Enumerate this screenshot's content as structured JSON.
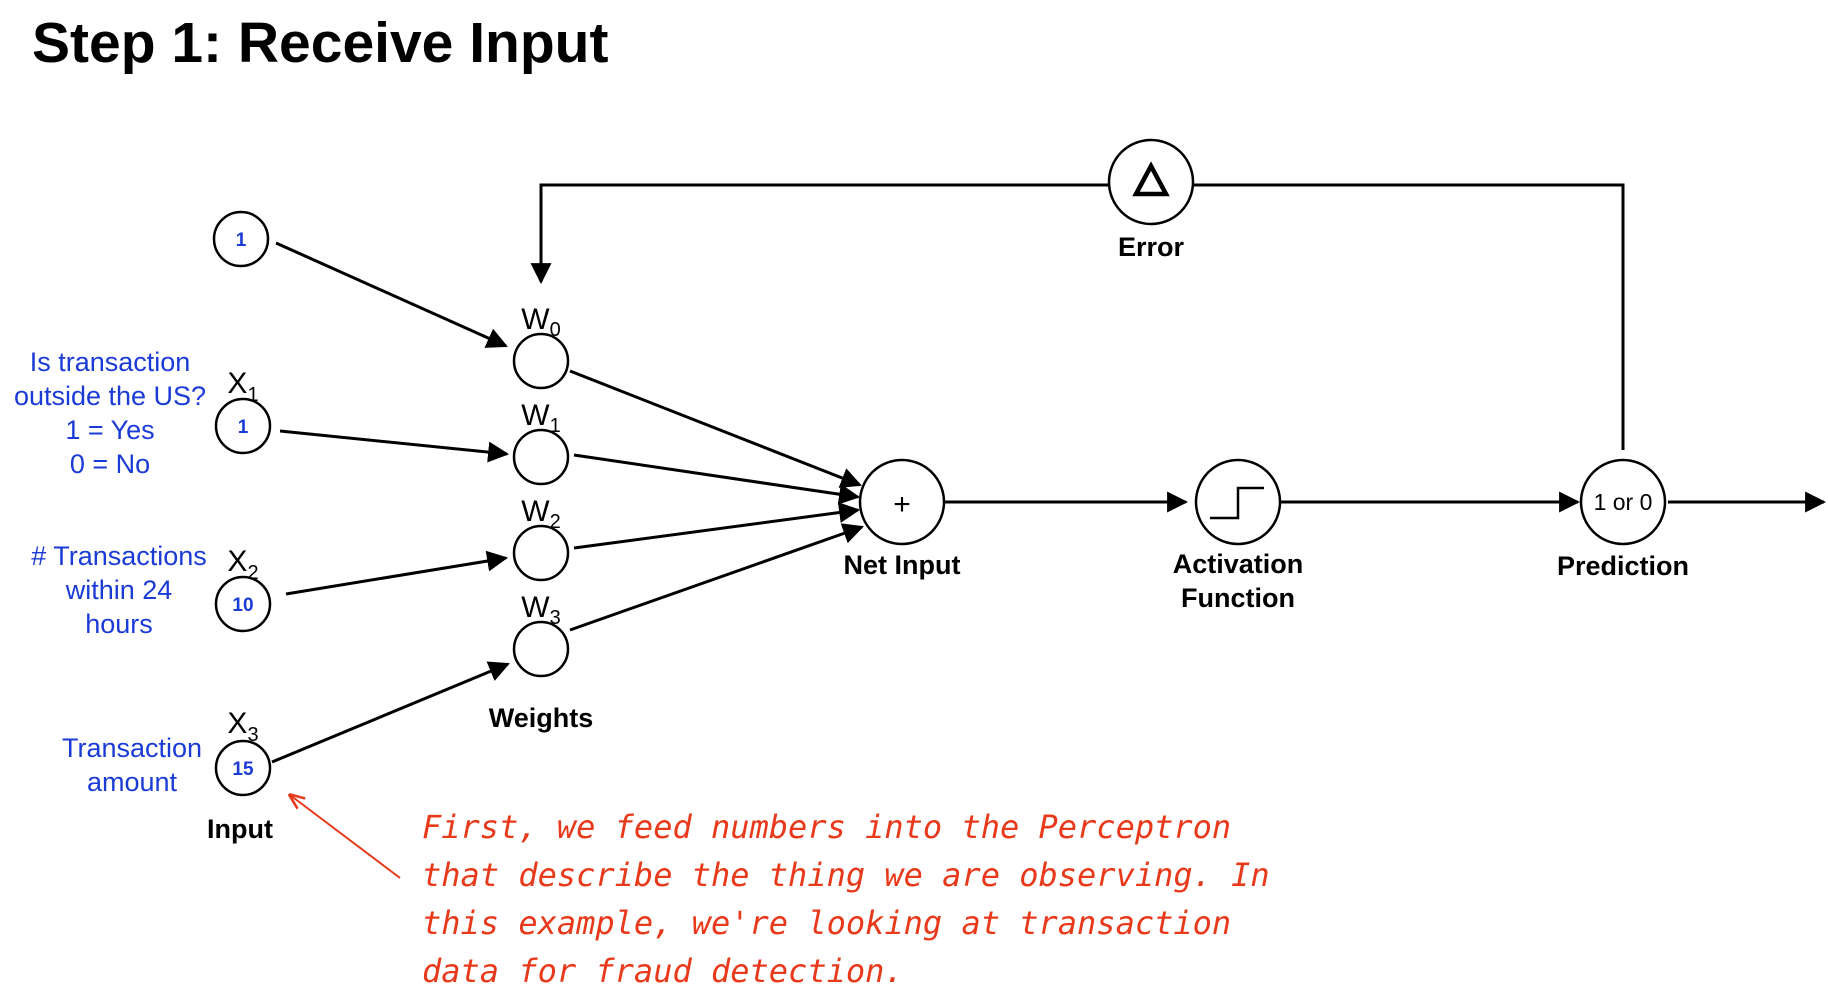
{
  "title": "Step 1: Receive Input",
  "inputs": [
    {
      "symbol": "",
      "sub": "",
      "value": "1",
      "desc": []
    },
    {
      "symbol": "X",
      "sub": "1",
      "value": "1",
      "desc": [
        "Is transaction",
        "outside the US?",
        "1 = Yes",
        "0 = No"
      ]
    },
    {
      "symbol": "X",
      "sub": "2",
      "value": "10",
      "desc": [
        "# Transactions",
        "within 24",
        "hours"
      ]
    },
    {
      "symbol": "X",
      "sub": "3",
      "value": "15",
      "desc": [
        "Transaction",
        "amount"
      ]
    }
  ],
  "input_label": "Input",
  "weights": [
    {
      "symbol": "W",
      "sub": "0"
    },
    {
      "symbol": "W",
      "sub": "1"
    },
    {
      "symbol": "W",
      "sub": "2"
    },
    {
      "symbol": "W",
      "sub": "3"
    }
  ],
  "weights_label": "Weights",
  "net_input": {
    "symbol": "+",
    "label": "Net Input"
  },
  "activation": {
    "label_line1": "Activation",
    "label_line2": "Function"
  },
  "prediction": {
    "value": "1 or 0",
    "label": "Prediction"
  },
  "error": {
    "symbol": "△",
    "label": "Error"
  },
  "note_lines": [
    "First, we feed numbers into the Perceptron",
    "that describe the thing we are observing. In",
    "this example, we're looking at transaction",
    "data for fraud detection."
  ],
  "colors": {
    "input_text": "#1a3bd6",
    "note": "#e8391b",
    "lines": "#000000"
  }
}
